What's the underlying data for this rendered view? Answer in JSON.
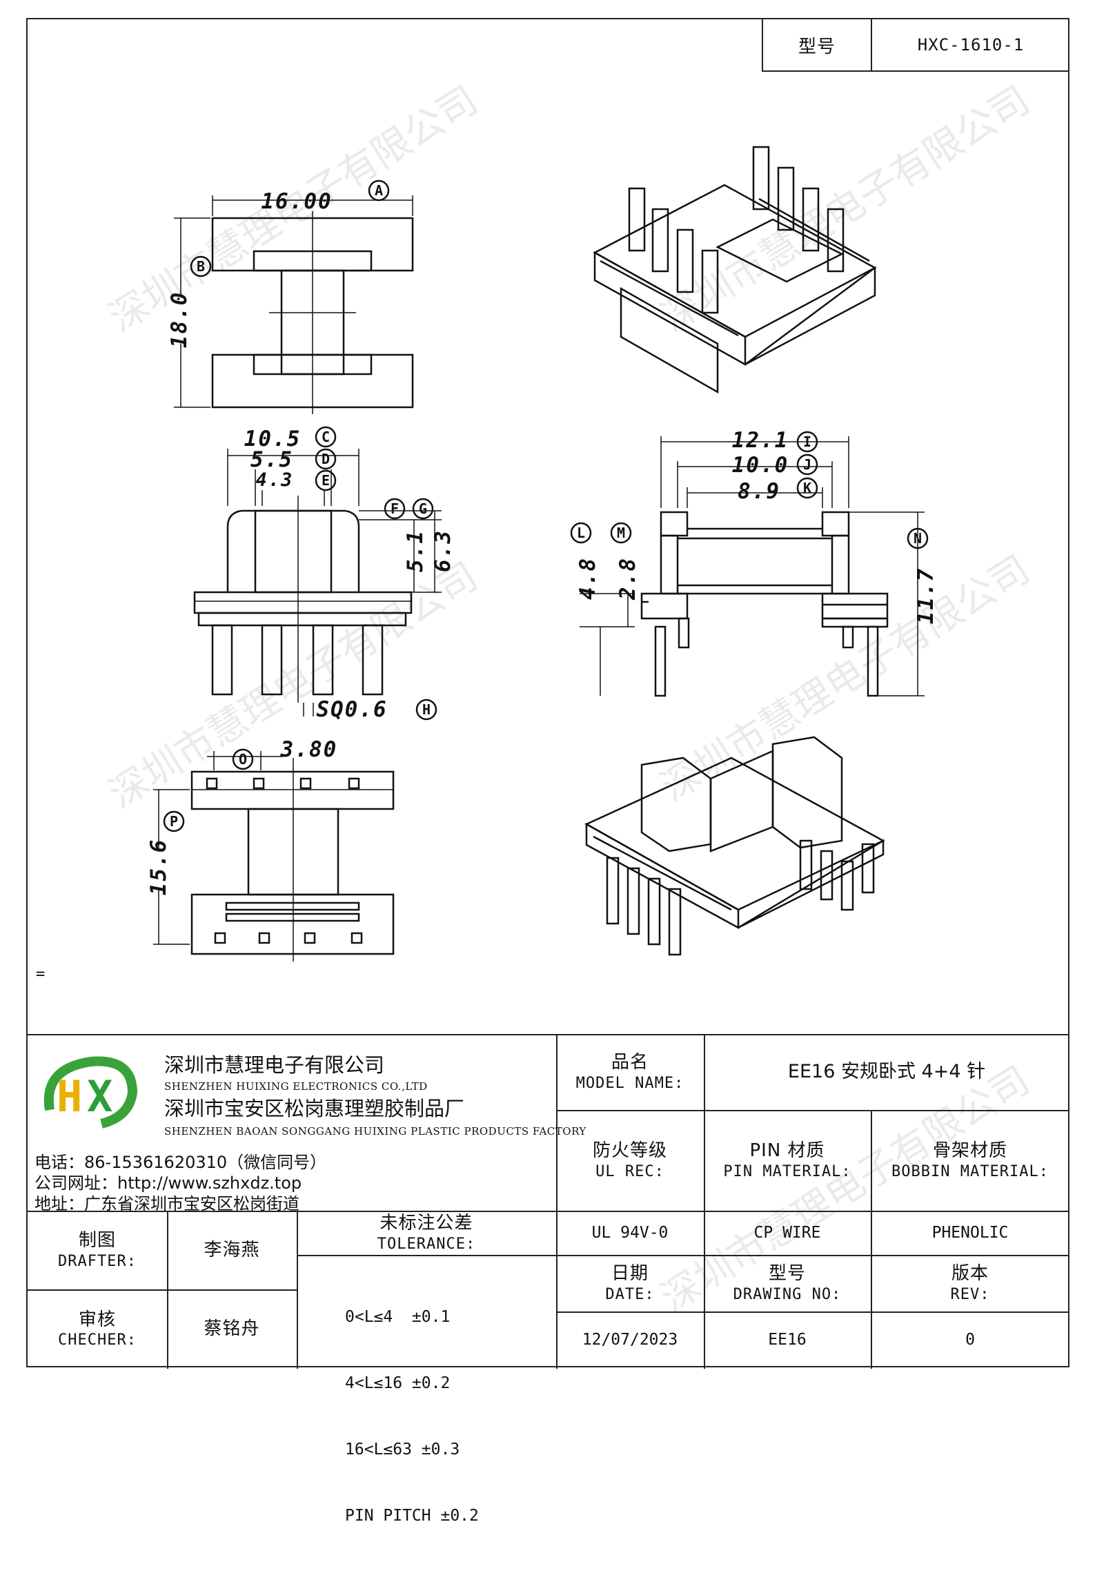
{
  "header": {
    "model_label": "型号",
    "model_value": "HXC-1610-1"
  },
  "drawing": {
    "top_view": {
      "width": "16.00",
      "width_ref": "A",
      "height": "18.0",
      "height_ref": "B"
    },
    "front_view": {
      "c": "10.5",
      "c_ref": "C",
      "d": "5.5",
      "d_ref": "D",
      "e": "4.3",
      "e_ref": "E",
      "f_ref": "F",
      "g_ref": "G",
      "f": "5.1",
      "g": "6.3",
      "pin": "SQ0.6",
      "pin_ref": "H"
    },
    "side_view": {
      "i": "12.1",
      "i_ref": "I",
      "j": "10.0",
      "j_ref": "J",
      "k": "8.9",
      "k_ref": "K",
      "l": "4.8",
      "l_ref": "L",
      "m": "2.8",
      "m_ref": "M",
      "n": "11.7",
      "n_ref": "N"
    },
    "bottom_view": {
      "pitch": "3.80",
      "pitch_ref": "O",
      "span": "15.6",
      "span_ref": "P"
    },
    "stray_mark": "="
  },
  "watermark": "深圳市慧理电子有限公司",
  "company": {
    "logo_text": "HX",
    "name_cn": "深圳市慧理电子有限公司",
    "name_en": "SHENZHEN HUIXING ELECTRONICS CO.,LTD",
    "factory_cn": "深圳市宝安区松岗惠理塑胶制品厂",
    "factory_en": "SHENZHEN BAOAN SONGGANG HUIXING PLASTIC PRODUCTS FACTORY",
    "phone": "电话：86-15361620310（微信同号）",
    "website": "公司网址：http://www.szhxdz.top",
    "address": "地址：广东省深圳市宝安区松岗街道"
  },
  "title_block": {
    "model_name_cn": "品名",
    "model_name_en": "MODEL NAME:",
    "model_name_value": "EE16 安规卧式 4+4 针",
    "ul_cn": "防火等级",
    "ul_en": "UL REC:",
    "ul_value": "UL 94V-0",
    "pin_cn": "PIN 材质",
    "pin_en": "PIN MATERIAL:",
    "pin_value": "CP WIRE",
    "bobbin_cn": "骨架材质",
    "bobbin_en": "BOBBIN MATERIAL:",
    "bobbin_value": "PHENOLIC",
    "drafter_cn": "制图",
    "drafter_en": "DRAFTER:",
    "drafter_value": "李海燕",
    "checker_cn": "审核",
    "checker_en": "CHECHER:",
    "checker_value": "蔡铭舟",
    "tolerance_cn": "未标注公差",
    "tolerance_en": "TOLERANCE:",
    "tolerances": [
      "0<L≤4  ±0.1",
      "4<L≤16 ±0.2",
      "16<L≤63 ±0.3",
      "PIN PITCH ±0.2"
    ],
    "date_cn": "日期",
    "date_en": "DATE:",
    "date_value": "12/07/2023",
    "drawing_no_cn": "型号",
    "drawing_no_en": "DRAWING NO:",
    "drawing_no_value": "EE16",
    "rev_cn": "版本",
    "rev_en": "REV:",
    "rev_value": "0"
  }
}
